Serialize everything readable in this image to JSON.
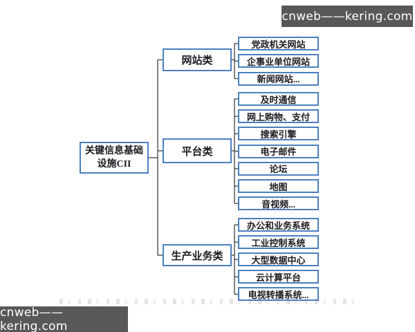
{
  "watermarks": {
    "top_right": "cnweb——kering.com",
    "bottom_left": "cnweb——kering.com"
  },
  "diagram": {
    "root": {
      "label": "关键信息基础设施CII",
      "label_lines": [
        "关键信息基础",
        "设施CII"
      ]
    },
    "branches": [
      {
        "label": "网站类",
        "children": [
          "党政机关网站",
          "企事业单位网站",
          "新闻网站..."
        ]
      },
      {
        "label": "平台类",
        "children": [
          "及时通信",
          "网上购物、支付",
          "搜索引擎",
          "电子邮件",
          "论坛",
          "地图",
          "音视频..."
        ]
      },
      {
        "label": "生产业务类",
        "children": [
          "办公和业务系统",
          "工业控制系统",
          "大型数据中心",
          "云计算平台",
          "电视转播系统..."
        ]
      }
    ]
  },
  "colors": {
    "box_border": "#4a7ebf",
    "box_fill": "#ffffff",
    "node_text": "#1c1c22",
    "connector": "#3f3f3f",
    "watermark_bg": "#58585a",
    "watermark_text": "#ffffff"
  }
}
